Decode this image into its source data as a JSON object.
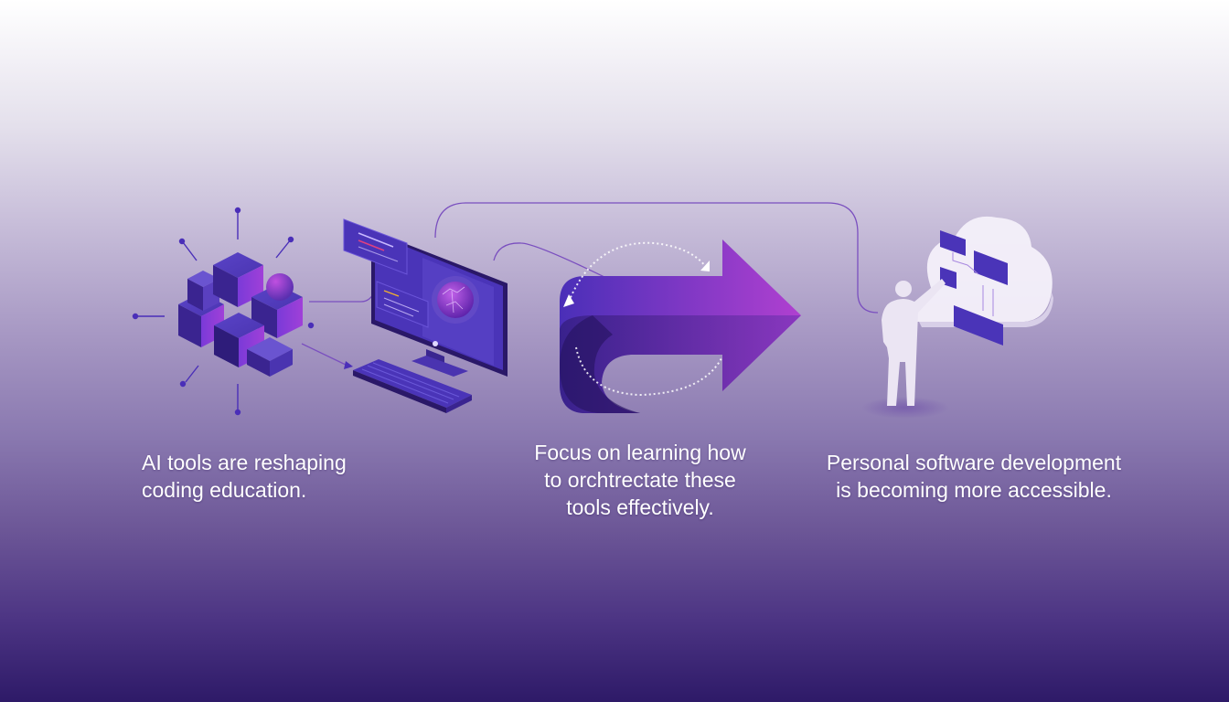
{
  "steps": [
    {
      "id": "ai-tools",
      "icon": "isometric-cubes-icon",
      "illustration": "computer-with-ai-globe",
      "caption_lines": [
        "AI tools are reshaping",
        "coding education."
      ]
    },
    {
      "id": "orchestrate",
      "icon": "curved-arrow-icon",
      "caption_lines": [
        "Focus on learning how",
        "to orchtrectate these",
        "tools effectively."
      ]
    },
    {
      "id": "personal-dev",
      "icon": "person-cloud-icon",
      "caption_lines": [
        "Personal software development",
        "is becoming more accessible."
      ]
    }
  ],
  "colors": {
    "background_top": "#ffffff",
    "background_bottom": "#2e1a68",
    "accent_purple": "#9b3fd0",
    "accent_indigo": "#4a2fb8",
    "connector_line": "#7a4fbf",
    "text": "#ffffff"
  }
}
